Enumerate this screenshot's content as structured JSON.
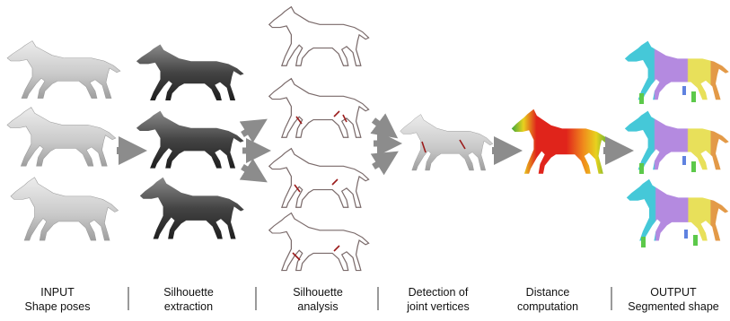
{
  "stages": [
    {
      "id": "input",
      "line1": "INPUT",
      "line2": "Shape poses"
    },
    {
      "id": "silhouette-extraction",
      "line1": "Silhouette",
      "line2": "extraction"
    },
    {
      "id": "silhouette-analysis",
      "line1": "Silhouette",
      "line2": "analysis"
    },
    {
      "id": "joint-detection",
      "line1": "Detection of",
      "line2": "joint vertices"
    },
    {
      "id": "distance",
      "line1": "Distance",
      "line2": "computation"
    },
    {
      "id": "output",
      "line1": "OUTPUT",
      "line2": "Segmented shape"
    }
  ],
  "colors": {
    "shaded_horse": "#d6d6d6",
    "shaded_horse_dark": "#9c9c9c",
    "silhouette_horse": "#3b3b3b",
    "outline_stroke": "#7a6a6a",
    "joint_marks": "#9b1b1b",
    "arrow": "#8c8c8c",
    "heat_red": "#e0241b",
    "heat_orange": "#f08a1c",
    "heat_yellow": "#e8d21e",
    "heat_green": "#3ea83a",
    "seg_cyan": "#45c8d8",
    "seg_purple": "#b48ae0",
    "seg_yellow": "#e8e05a",
    "seg_green": "#5cc94a",
    "seg_orange": "#e39a48",
    "seg_blue": "#5f82e0"
  }
}
